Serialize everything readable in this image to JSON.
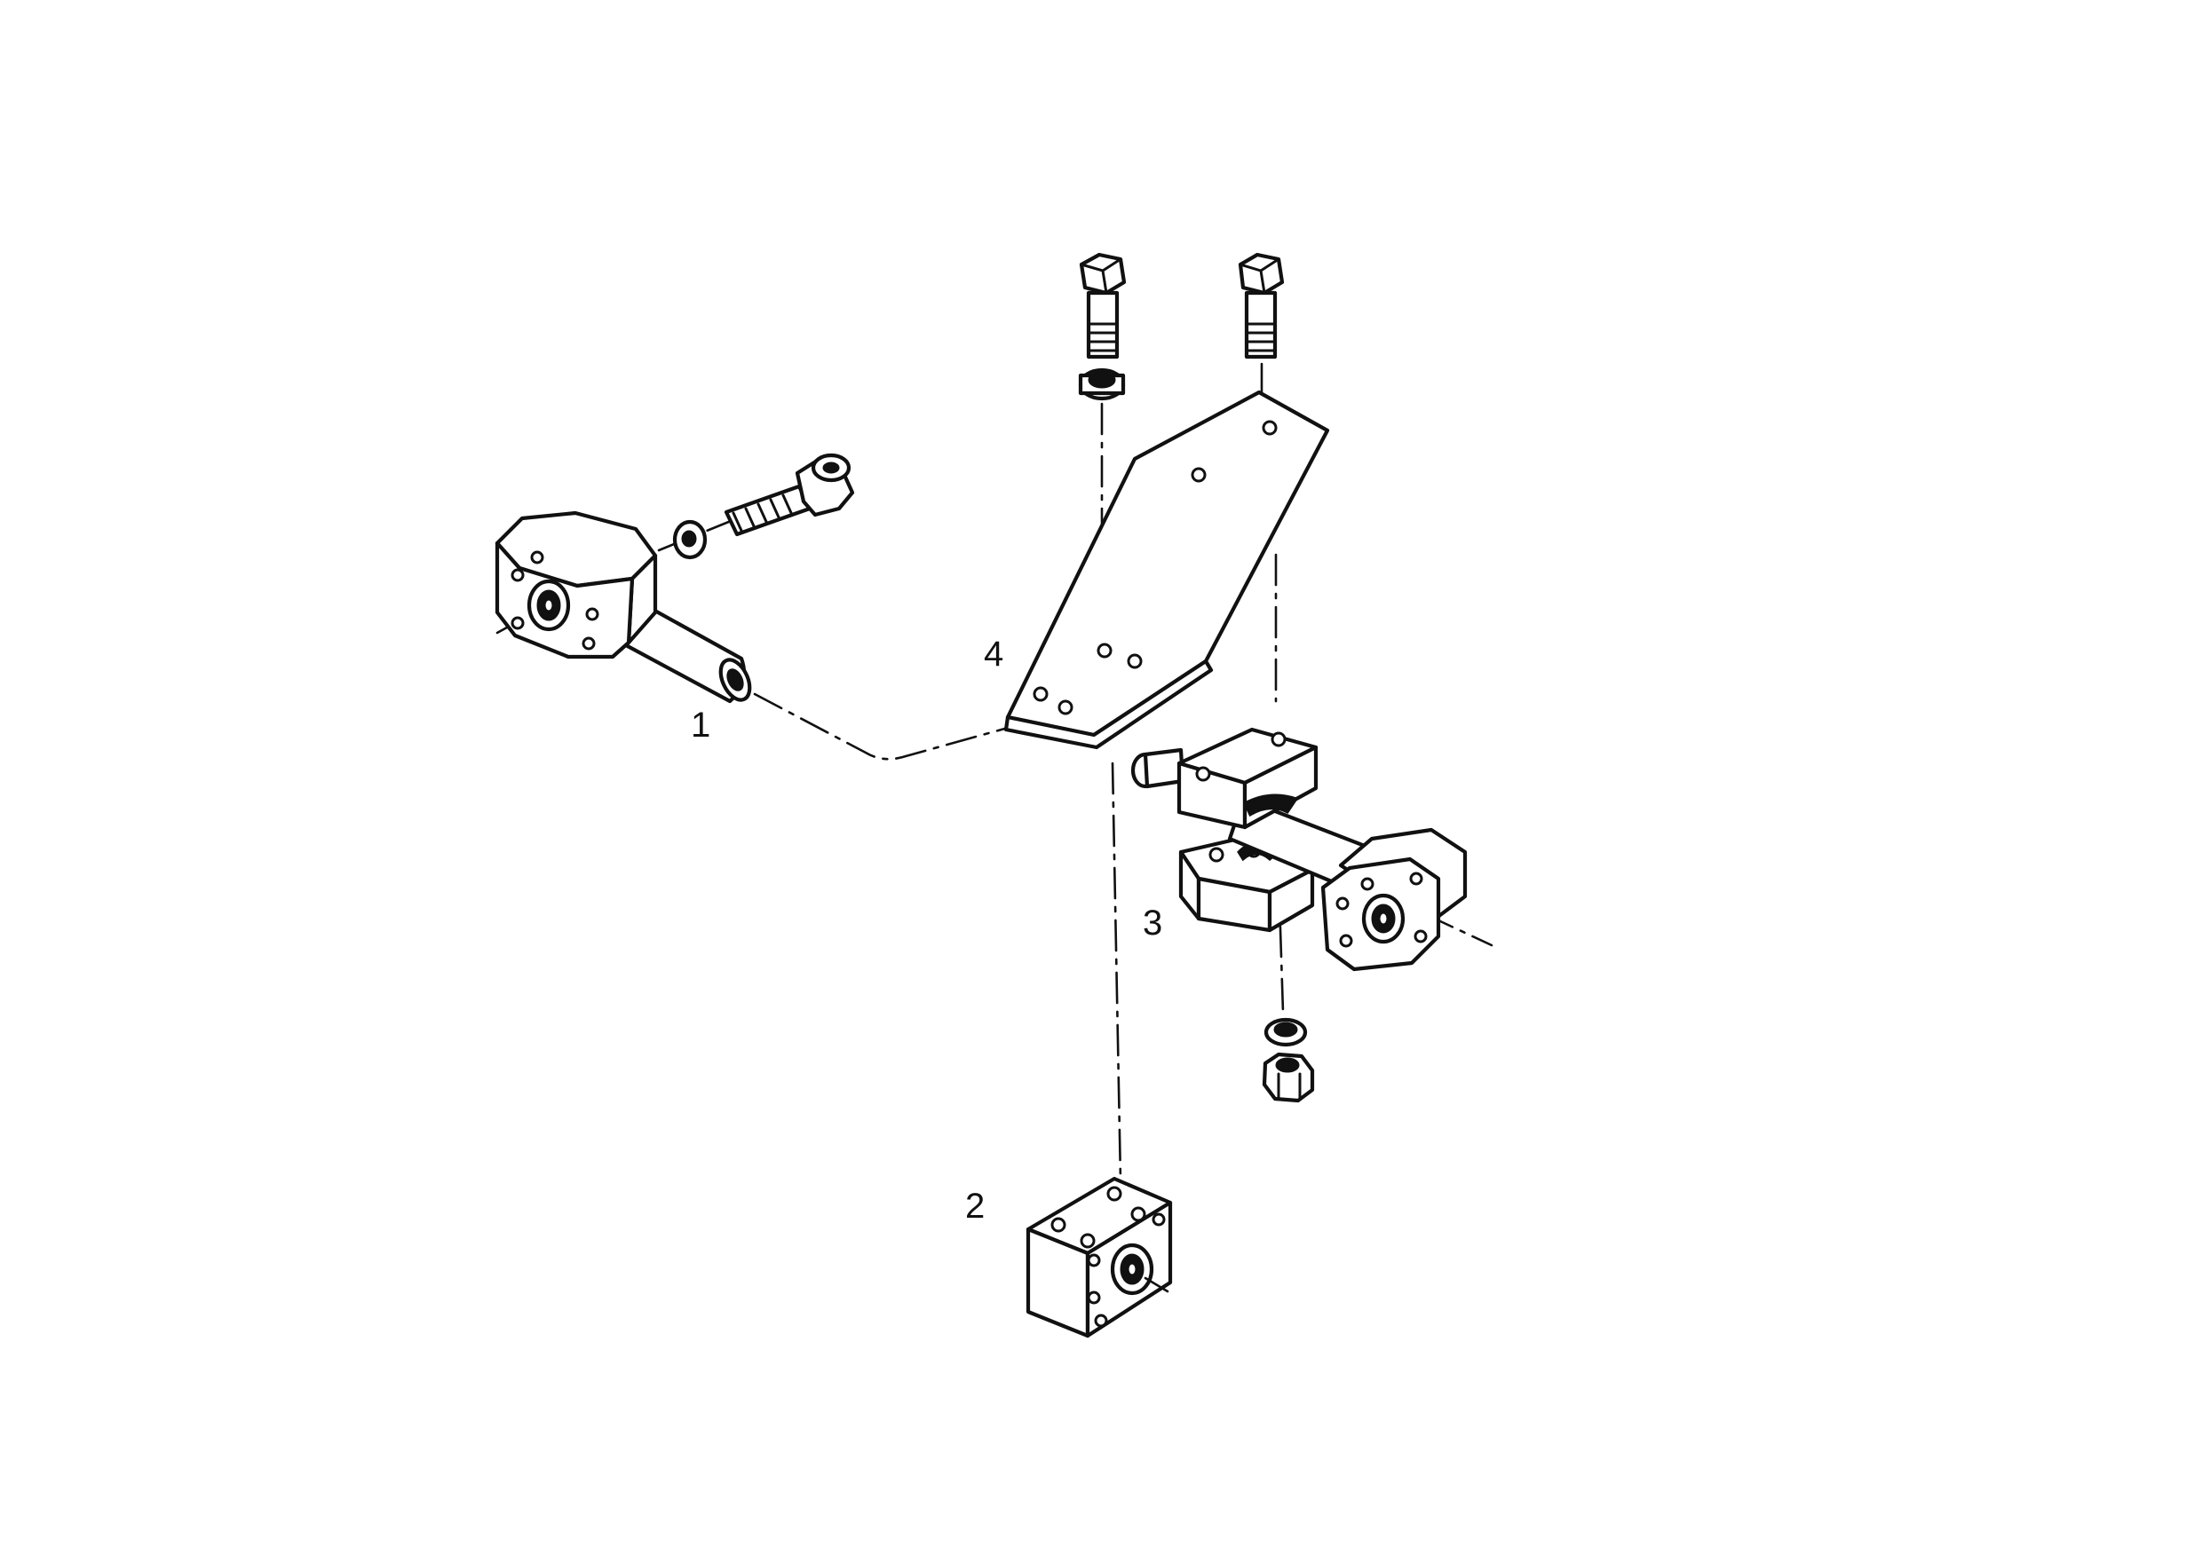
{
  "callouts": {
    "part_1": "1",
    "part_2": "2",
    "part_3": "3",
    "part_4": "4"
  },
  "colors": {
    "line": "#111111",
    "background": "#ffffff"
  }
}
